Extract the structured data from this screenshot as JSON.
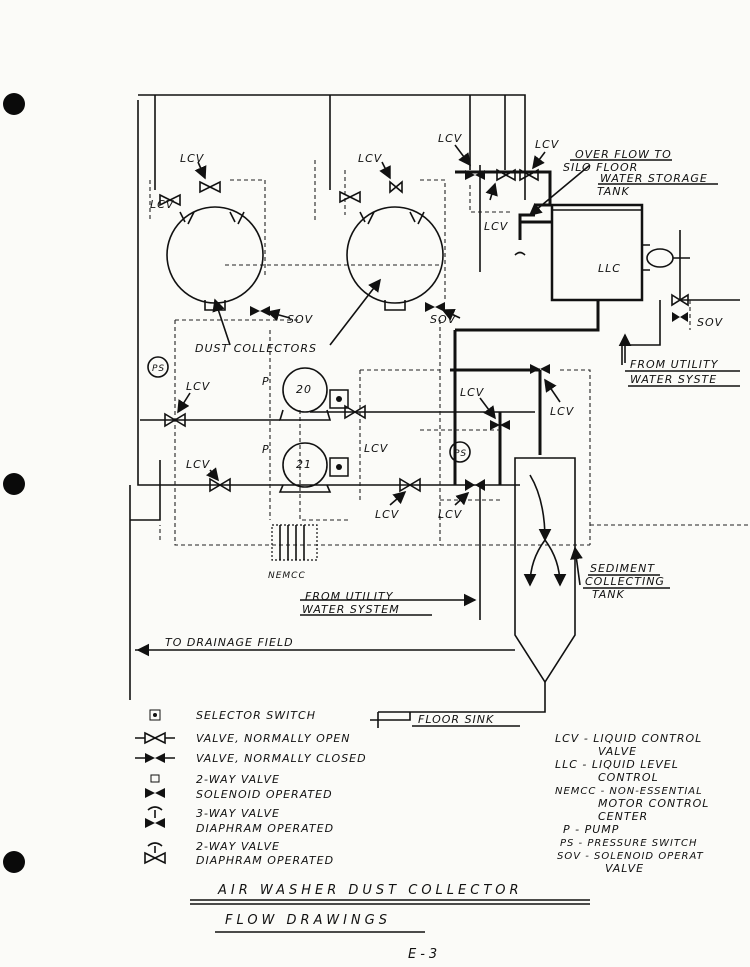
{
  "labels": {
    "lcv": "LCV",
    "sov": "SOV",
    "ps": "PS",
    "p": "P",
    "pump_20": "20",
    "pump_21": "21",
    "llc": "LLC",
    "nemcc": "NEMCC",
    "dust_collectors": "DUST COLLECTORS",
    "overflow_1": "OVER FLOW TO",
    "overflow_2": "SILO FLOOR",
    "water_storage_1": "WATER STORAGE",
    "water_storage_2": "TANK",
    "from_utility_top_1": "FROM UTILITY",
    "from_utility_top_2": "WATER SYSTE",
    "from_utility_mid_1": "FROM UTILITY",
    "from_utility_mid_2": "WATER SYSTEM",
    "sediment_1": "SEDIMENT",
    "sediment_2": "COLLECTING",
    "sediment_3": "TANK",
    "drainage": "TO DRAINAGE FIELD",
    "floor_sink": "FLOOR SINK"
  },
  "legend": {
    "selector": "SELECTOR SWITCH",
    "valve_open": "VALVE, NORMALLY OPEN",
    "valve_closed": "VALVE, NORMALLY CLOSED",
    "twoway_sol_1": "2-WAY VALVE",
    "twoway_sol_2": "SOLENOID OPERATED",
    "threeway_dia_1": "3-WAY VALVE",
    "threeway_dia_2": "DIAPHRAM OPERATED",
    "twoway_dia_1": "2-WAY VALVE",
    "twoway_dia_2": "DIAPHRAM OPERATED"
  },
  "abbreviations": [
    "LCV - LIQUID CONTROL",
    "VALVE",
    "LLC - LIQUID LEVEL",
    "CONTROL",
    "NEMCC - NON-ESSENTIAL",
    "MOTOR CONTROL",
    "CENTER",
    "P - PUMP",
    "PS - PRESSURE SWITCH",
    "SOV - SOLENOID OPERAT",
    "VALVE"
  ],
  "title": {
    "line1": "AIR WASHER DUST COLLECTOR",
    "line2": "FLOW DRAWINGS",
    "page": "E-3"
  }
}
